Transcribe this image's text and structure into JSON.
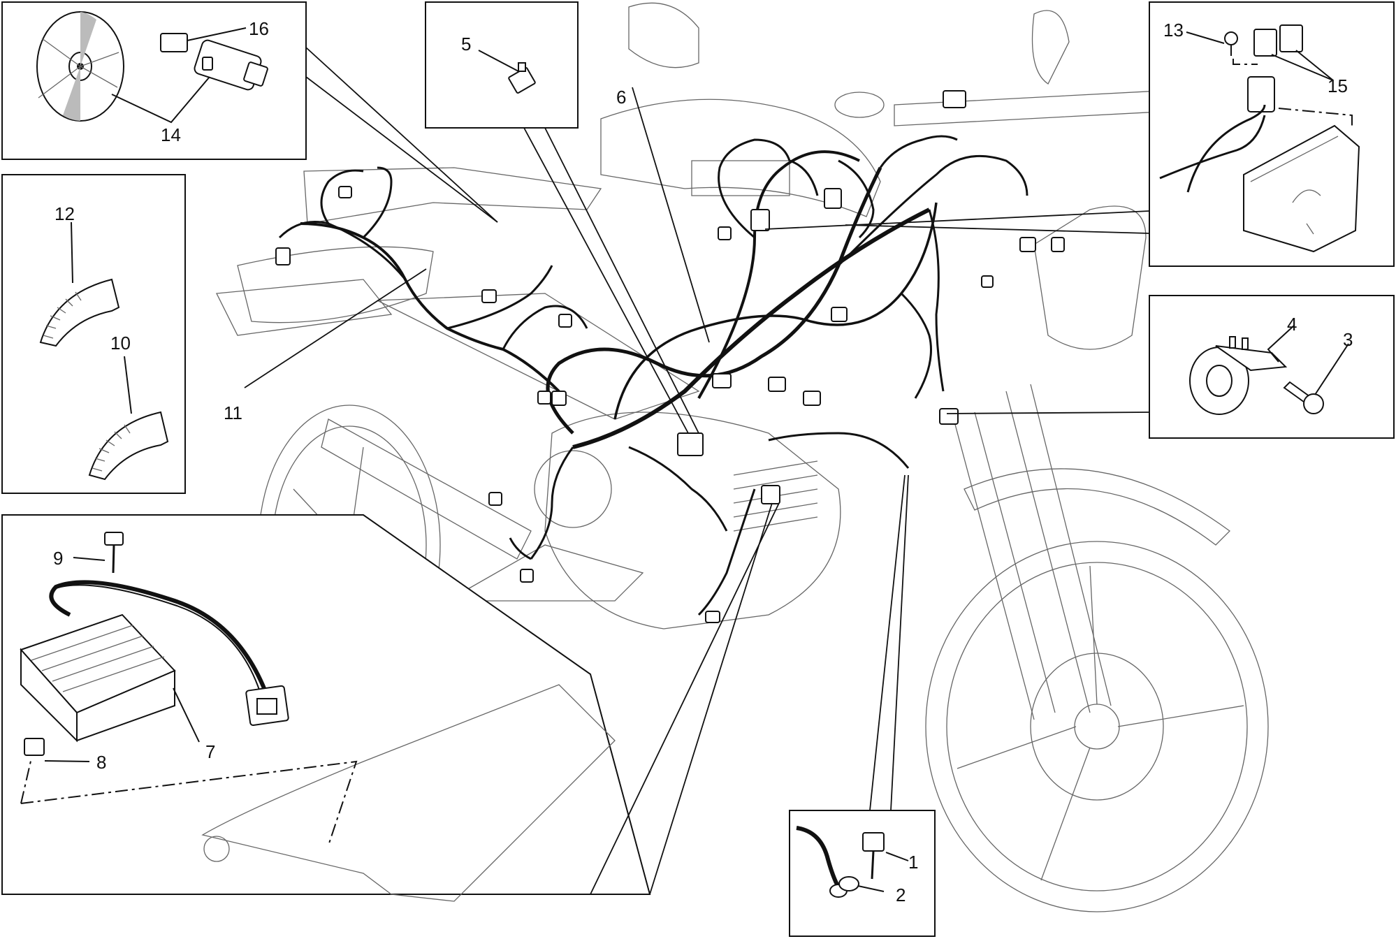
{
  "callouts": {
    "c1": "1",
    "c2": "2",
    "c3": "3",
    "c4": "4",
    "c5": "5",
    "c6": "6",
    "c7": "7",
    "c8": "8",
    "c9": "9",
    "c10": "10",
    "c11": "11",
    "c12": "12",
    "c13": "13",
    "c14": "14",
    "c15": "15",
    "c16": "16"
  },
  "colors": {
    "line": "#111111",
    "outline": "#666666",
    "background": "#ffffff"
  },
  "icons": [
    "cd-disc",
    "connector",
    "fuse",
    "cable-tie",
    "voltage-regulator",
    "screw",
    "relay",
    "horn",
    "ground-terminal",
    "motorcycle-outline",
    "wiring-harness"
  ]
}
